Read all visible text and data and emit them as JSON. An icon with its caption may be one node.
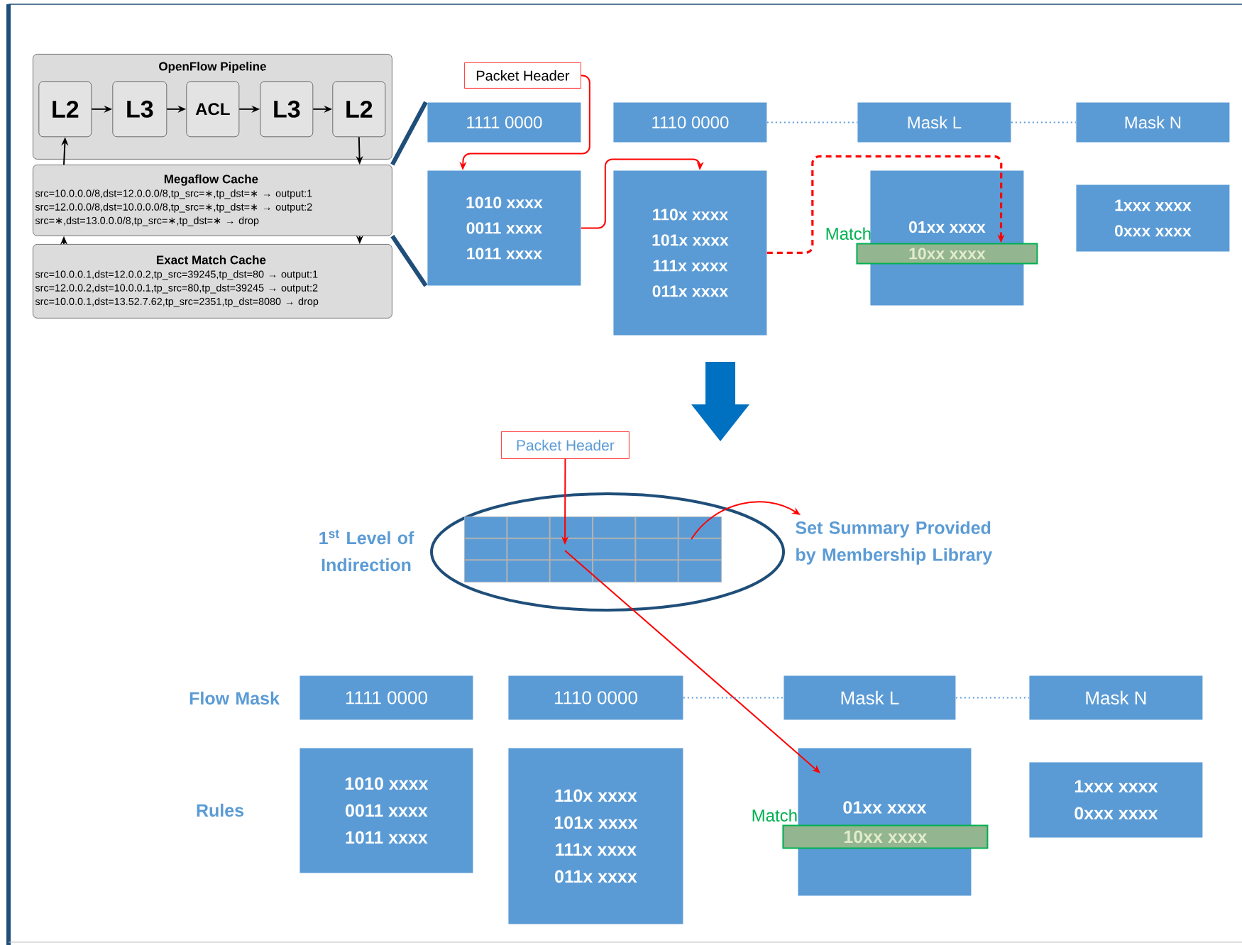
{
  "diagram": {
    "nodes": [
      {
        "text": [
          "OpenFlow Pipeline"
        ]
      },
      {
        "text": [
          "L2"
        ],
        "in": 0
      },
      {
        "text": [
          "L3"
        ],
        "in": 0
      },
      {
        "text": [
          "ACL"
        ],
        "in": 0
      },
      {
        "text": [
          "L3"
        ],
        "in": 0
      },
      {
        "text": [
          "L2"
        ],
        "in": 0
      },
      {
        "text": [
          "Megaflow Cache",
          "src=10.0.0.0/8,dst=12.0.0.0/8,tp_src=∗,tp_dst=∗ → output:1",
          "src=12.0.0.0/8,dst=10.0.0.0/8,tp_src=∗,tp_dst=∗ → output:2",
          "src=∗,dst=13.0.0.0/8,tp_src=∗,tp_dst=∗ → drop"
        ]
      },
      {
        "text": [
          "Exact Match Cache",
          "src=10.0.0.1,dst=12.0.0.2,tp_src=39245,tp_dst=80 → output:1",
          "src=12.0.0.2,dst=10.0.0.1,tp_src=80,tp_dst=39245 → output:2",
          "src=10.0.0.1,dst=13.52.7.62,tp_src=2351,tp_dst=8080 → drop"
        ]
      },
      {
        "text": [
          "Packet Header"
        ]
      },
      {
        "text": [
          "1111 0000"
        ]
      },
      {
        "text": [
          "1110 0000"
        ]
      },
      {
        "text": [
          "Mask L"
        ]
      },
      {
        "text": [
          "Mask N"
        ]
      },
      {
        "text": [
          "1010 xxxx",
          "0011 xxxx",
          "1011 xxxx"
        ]
      },
      {
        "text": [
          "110x xxxx",
          "101x xxxx",
          "111x xxxx",
          "011x xxxx"
        ]
      },
      {
        "text": [
          "01xx xxxx"
        ]
      },
      {
        "text": [
          "10xx xxxx"
        ],
        "in": 15,
        "beside": [
          "Match"
        ]
      },
      {
        "text": [
          "1xxx xxxx",
          "0xxx xxxx"
        ]
      },
      {
        "text": [
          "Packet Header"
        ]
      },
      {
        "text": [],
        "shape": "ellipse"
      },
      {
        "text": [],
        "shape": "grid",
        "in": 19
      },
      {
        "text": [
          "Set Summary Provided by Membership Library"
        ]
      },
      {
        "text": [
          "1111 0000"
        ]
      },
      {
        "text": [
          "1110 0000"
        ]
      },
      {
        "text": [
          "Mask L"
        ]
      },
      {
        "text": [
          "Mask N"
        ]
      },
      {
        "text": [
          "1010 xxxx",
          "0011 xxxx",
          "1011 xxxx"
        ]
      },
      {
        "text": [
          "110x xxxx",
          "101x xxxx",
          "111x xxxx",
          "011x xxxx"
        ]
      },
      {
        "text": [
          "01xx xxxx"
        ]
      },
      {
        "text": [
          "10xx xxxx"
        ],
        "in": 28,
        "beside": [
          "Match"
        ]
      },
      {
        "text": [
          "1xxx xxxx",
          "0xxx xxxx"
        ]
      }
    ],
    "edges": [
      {
        "from": 1,
        "to": 2,
        "arrow": "to"
      },
      {
        "from": 2,
        "to": 3,
        "arrow": "to"
      },
      {
        "from": 3,
        "to": 4,
        "arrow": "to"
      },
      {
        "from": 4,
        "to": 5,
        "arrow": "to"
      },
      {
        "from": 6,
        "to": 1,
        "arrow": "to"
      },
      {
        "from": 5,
        "to": 6,
        "arrow": "to"
      },
      {
        "from": 7,
        "to": 6,
        "arrow": "to"
      },
      {
        "from": 6,
        "to": 7,
        "arrow": "to"
      },
      {
        "from": 8,
        "to": 13,
        "arrow": "to",
        "color": "#ff0000"
      },
      {
        "from": 13,
        "to": 14,
        "arrow": "to",
        "color": "#ff0000"
      },
      {
        "from": 14,
        "to": 16,
        "arrow": "to",
        "color": "#ff0000",
        "style": "dashed"
      },
      {
        "from": 10,
        "to": 11,
        "arrow": "none",
        "color": "#5b9bd5",
        "style": "dashed"
      },
      {
        "from": 11,
        "to": 12,
        "arrow": "none",
        "color": "#5b9bd5",
        "style": "dashed"
      },
      {
        "from": 18,
        "to": 20,
        "arrow": "to",
        "color": "#ff0000"
      },
      {
        "from": 20,
        "to": 21,
        "arrow": "to",
        "color": "#ff0000"
      },
      {
        "from": 20,
        "to": 28,
        "arrow": "to",
        "color": "#ff0000"
      },
      {
        "from": 23,
        "to": 24,
        "arrow": "none",
        "color": "#5b9bd5",
        "style": "dashed"
      },
      {
        "from": 24,
        "to": 25,
        "arrow": "none",
        "color": "#5b9bd5",
        "style": "dashed"
      },
      {
        "from": 6,
        "to": 9,
        "arrow": "none",
        "color": "#1f4e79",
        "style": "thick"
      },
      {
        "from": 6,
        "to": 13,
        "arrow": "none",
        "color": "#1f4e79",
        "style": "thick"
      }
    ],
    "labels": [
      "1$^{st}$ Level of Indirection",
      "Flow Mask",
      "Rules"
    ]
  }
}
